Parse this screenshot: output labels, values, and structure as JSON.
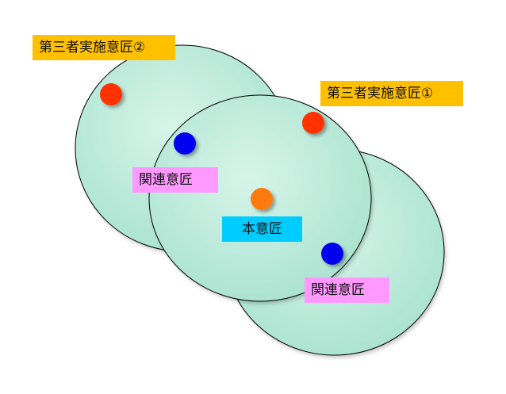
{
  "labels": {
    "third_party_2": "第三者実施意匠②",
    "third_party_1": "第三者実施意匠①",
    "related_design_1": "関連意匠",
    "main_design": "本意匠",
    "related_design_2": "関連意匠"
  },
  "colors": {
    "circle_fill": "#b7e9d8",
    "circle_stroke": "#000000",
    "third_party_dot": "#ff3300",
    "related_dot": "#0000ee",
    "main_dot": "#ff7a10",
    "third_party_label_bg": "#ffc000",
    "related_label_bg": "#ff99ff",
    "main_label_bg": "#00ccff"
  }
}
